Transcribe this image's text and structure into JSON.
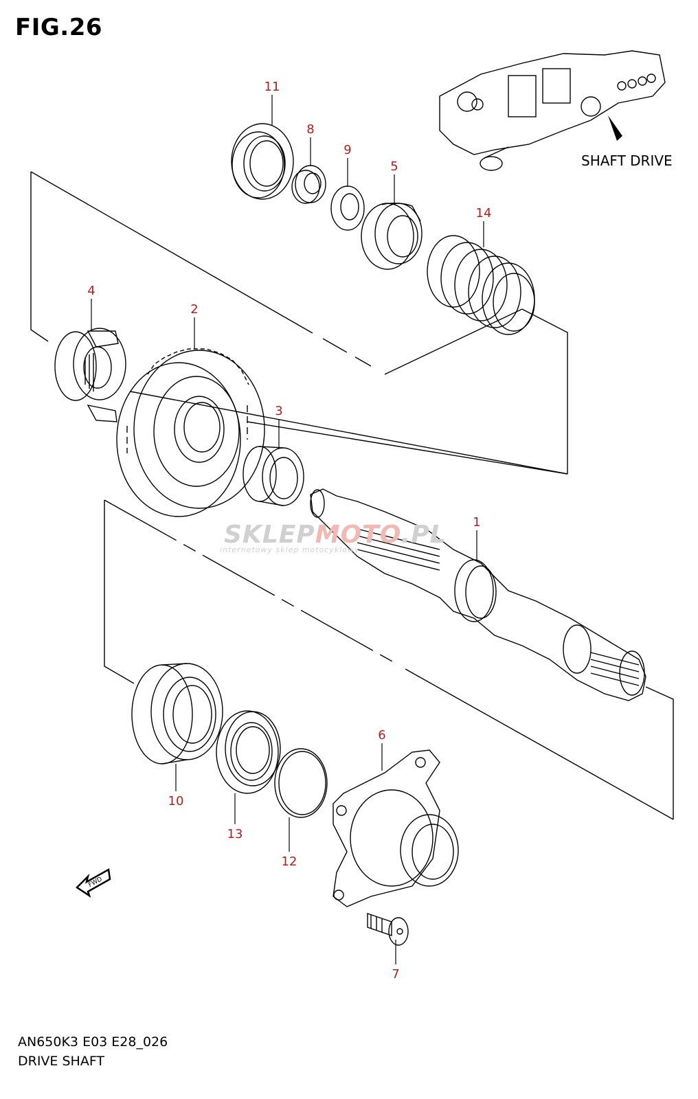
{
  "figure": {
    "title": "FIG.26",
    "model_code": "AN650K3 E03 E28_026",
    "section_name": "DRIVE SHAFT"
  },
  "inset": {
    "label": "SHAFT DRIVE"
  },
  "watermark": {
    "brand_part1": "SKLEP",
    "brand_part2": "MOTO",
    "brand_part3": ".PL",
    "tagline": "internetowy sklep motocyklowy"
  },
  "fwd_badge": {
    "label": "FWD"
  },
  "callouts": [
    {
      "id": "c1",
      "label": "1"
    },
    {
      "id": "c2",
      "label": "2"
    },
    {
      "id": "c3",
      "label": "3"
    },
    {
      "id": "c4",
      "label": "4"
    },
    {
      "id": "c5",
      "label": "5"
    },
    {
      "id": "c6",
      "label": "6"
    },
    {
      "id": "c7",
      "label": "7"
    },
    {
      "id": "c8",
      "label": "8"
    },
    {
      "id": "c9",
      "label": "9"
    },
    {
      "id": "c10",
      "label": "10"
    },
    {
      "id": "c11",
      "label": "11"
    },
    {
      "id": "c12",
      "label": "12"
    },
    {
      "id": "c13",
      "label": "13"
    },
    {
      "id": "c14",
      "label": "14"
    }
  ],
  "colors": {
    "callout": "#b0201e",
    "line": "#000000",
    "background": "#ffffff"
  }
}
